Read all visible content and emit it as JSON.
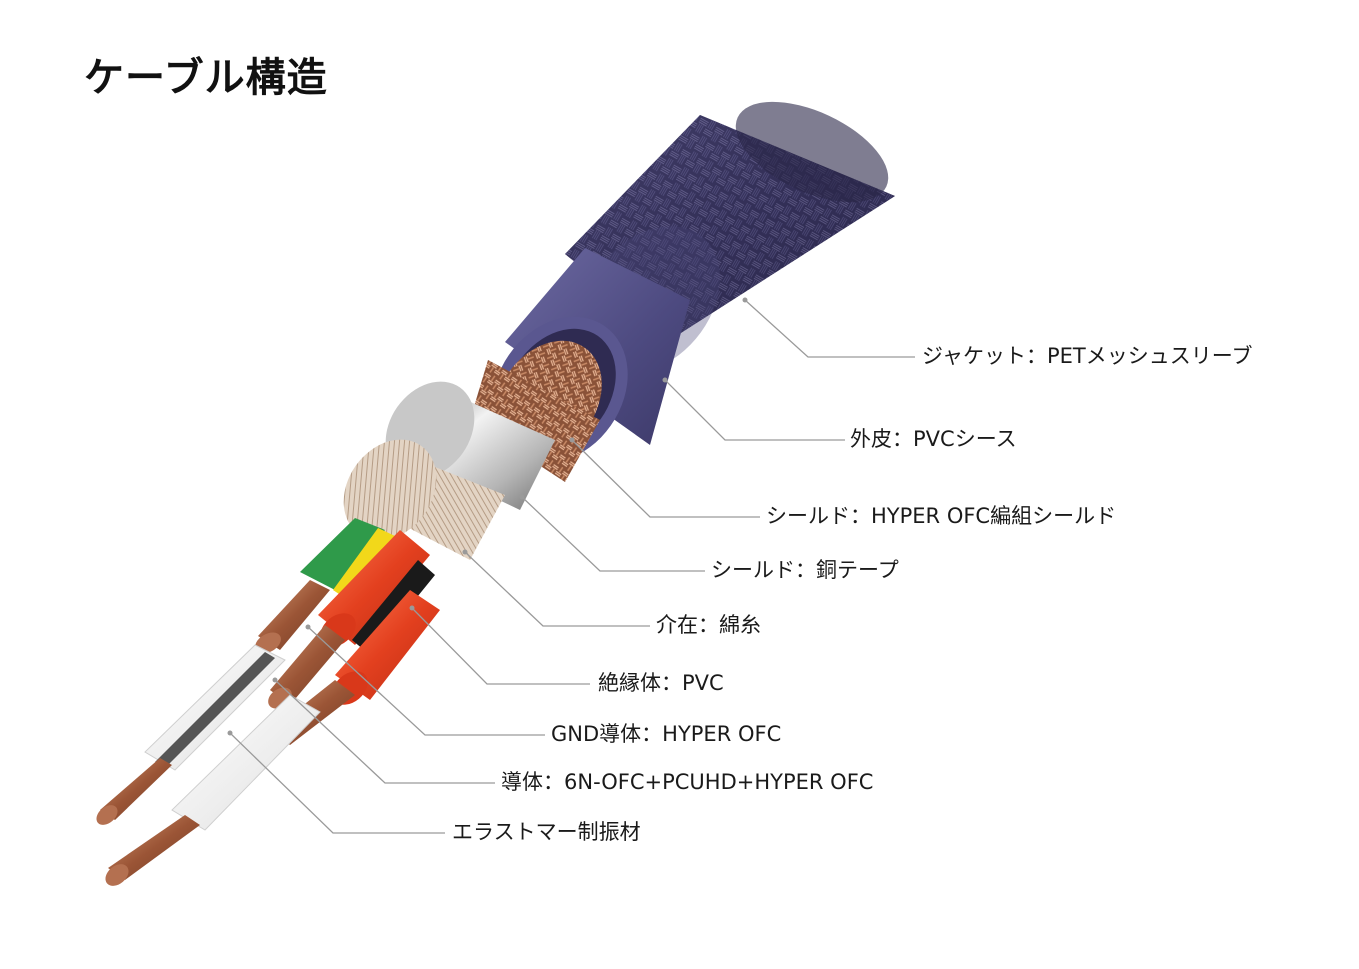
{
  "title": "ケーブル構造",
  "labels": [
    {
      "id": "jacket",
      "text": "ジャケット：PETメッシュスリーブ"
    },
    {
      "id": "sheath",
      "text": "外皮：PVCシース"
    },
    {
      "id": "braid",
      "text": "シールド：HYPER OFC編組シールド"
    },
    {
      "id": "copper-tape",
      "text": "シールド：銅テープ"
    },
    {
      "id": "filler",
      "text": "介在：綿糸"
    },
    {
      "id": "insulation",
      "text": "絶縁体：PVC"
    },
    {
      "id": "gnd",
      "text": "GND導体：HYPER OFC"
    },
    {
      "id": "conductor",
      "text": "導体：6N-OFC+PCUHD+HYPER OFC"
    },
    {
      "id": "damper",
      "text": "エラストマー制振材"
    }
  ],
  "colors": {
    "jacket": "#3a3660",
    "sheath": "#524f86",
    "braid": "#b07552",
    "tape": "#9a9a9a",
    "filler": "#d8c7b4",
    "red": "#e84322",
    "green": "#2f9a4a",
    "yellow": "#f2d81a",
    "white": "#f1f1f1",
    "copper": "#9c5a3a",
    "leader": "#9a9a9a"
  }
}
